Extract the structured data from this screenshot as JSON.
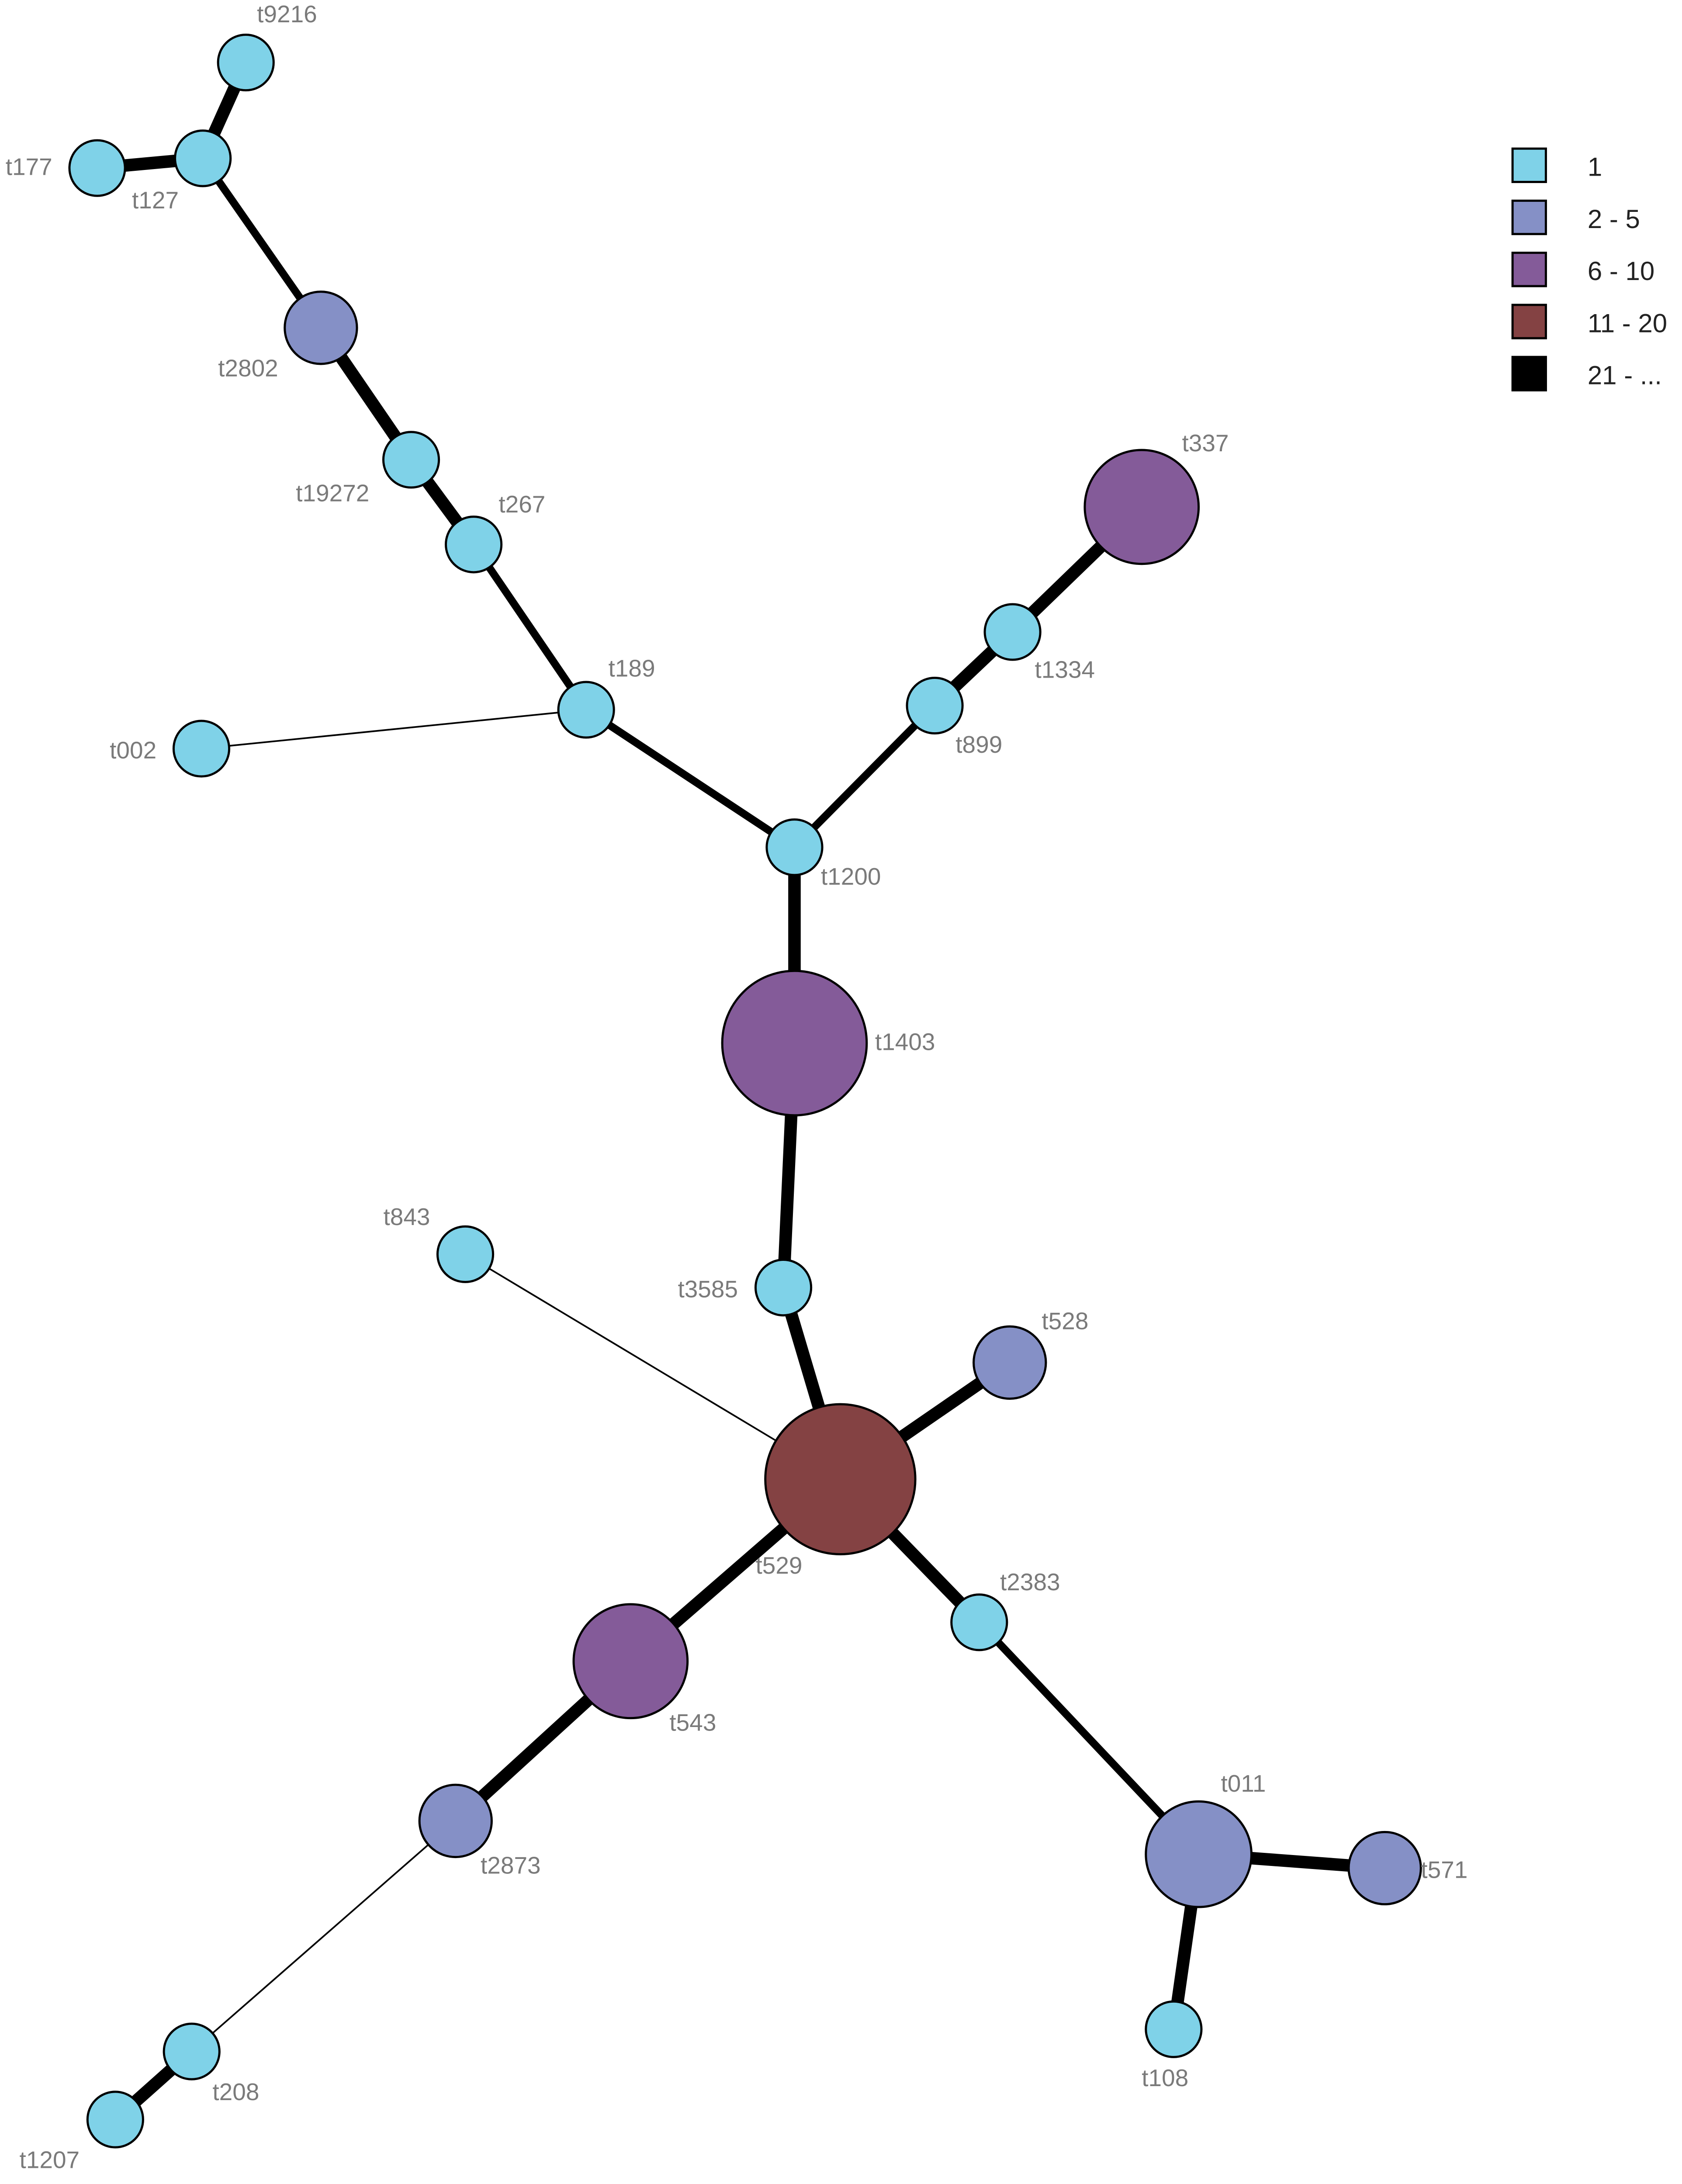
{
  "legend": {
    "items": [
      {
        "label": "1",
        "color": "#7fd2e8"
      },
      {
        "label": "2 - 5",
        "color": "#8590c6"
      },
      {
        "label": "6 - 10",
        "color": "#845b99"
      },
      {
        "label": "11 - 20",
        "color": "#844243"
      },
      {
        "label": "21 - ...",
        "color": "#000000"
      }
    ]
  },
  "nodes": [
    {
      "id": "t9216",
      "label": "t9216",
      "category": "1"
    },
    {
      "id": "t177",
      "label": "t177",
      "category": "1"
    },
    {
      "id": "t127",
      "label": "t127",
      "category": "1"
    },
    {
      "id": "t2802",
      "label": "t2802",
      "category": "2 - 5"
    },
    {
      "id": "t19272",
      "label": "t19272",
      "category": "1"
    },
    {
      "id": "t267",
      "label": "t267",
      "category": "1"
    },
    {
      "id": "t189",
      "label": "t189",
      "category": "1"
    },
    {
      "id": "t002",
      "label": "t002",
      "category": "1"
    },
    {
      "id": "t1200",
      "label": "t1200",
      "category": "1"
    },
    {
      "id": "t899",
      "label": "t899",
      "category": "1"
    },
    {
      "id": "t1334",
      "label": "t1334",
      "category": "1"
    },
    {
      "id": "t337",
      "label": "t337",
      "category": "6 - 10"
    },
    {
      "id": "t1403",
      "label": "t1403",
      "category": "6 - 10"
    },
    {
      "id": "t3585",
      "label": "t3585",
      "category": "1"
    },
    {
      "id": "t843",
      "label": "t843",
      "category": "1"
    },
    {
      "id": "t528",
      "label": "t528",
      "category": "2 - 5"
    },
    {
      "id": "t529",
      "label": "t529",
      "category": "11 - 20"
    },
    {
      "id": "t2383",
      "label": "t2383",
      "category": "1"
    },
    {
      "id": "t543",
      "label": "t543",
      "category": "6 - 10"
    },
    {
      "id": "t2873",
      "label": "t2873",
      "category": "2 - 5"
    },
    {
      "id": "t011",
      "label": "t011",
      "category": "2 - 5"
    },
    {
      "id": "t571",
      "label": "t571",
      "category": "2 - 5"
    },
    {
      "id": "t108",
      "label": "t108",
      "category": "1"
    },
    {
      "id": "t208",
      "label": "t208",
      "category": "1"
    },
    {
      "id": "t1207",
      "label": "t1207",
      "category": "1"
    }
  ],
  "edges": [
    {
      "source": "t9216",
      "target": "t127",
      "weight": "thick"
    },
    {
      "source": "t177",
      "target": "t127",
      "weight": "thick"
    },
    {
      "source": "t127",
      "target": "t2802",
      "weight": "medium"
    },
    {
      "source": "t2802",
      "target": "t19272",
      "weight": "thick"
    },
    {
      "source": "t19272",
      "target": "t267",
      "weight": "thick"
    },
    {
      "source": "t267",
      "target": "t189",
      "weight": "medium"
    },
    {
      "source": "t002",
      "target": "t189",
      "weight": "thin"
    },
    {
      "source": "t189",
      "target": "t1200",
      "weight": "medium"
    },
    {
      "source": "t1200",
      "target": "t899",
      "weight": "medium"
    },
    {
      "source": "t899",
      "target": "t1334",
      "weight": "thick"
    },
    {
      "source": "t1334",
      "target": "t337",
      "weight": "thick"
    },
    {
      "source": "t1200",
      "target": "t1403",
      "weight": "thick"
    },
    {
      "source": "t1403",
      "target": "t3585",
      "weight": "thick"
    },
    {
      "source": "t3585",
      "target": "t529",
      "weight": "thick"
    },
    {
      "source": "t843",
      "target": "t529",
      "weight": "thin"
    },
    {
      "source": "t529",
      "target": "t528",
      "weight": "thick"
    },
    {
      "source": "t529",
      "target": "t2383",
      "weight": "thick"
    },
    {
      "source": "t529",
      "target": "t543",
      "weight": "thick"
    },
    {
      "source": "t543",
      "target": "t2873",
      "weight": "thick"
    },
    {
      "source": "t2383",
      "target": "t011",
      "weight": "medium"
    },
    {
      "source": "t011",
      "target": "t571",
      "weight": "thick"
    },
    {
      "source": "t011",
      "target": "t108",
      "weight": "thick"
    },
    {
      "source": "t2873",
      "target": "t208",
      "weight": "thin"
    },
    {
      "source": "t208",
      "target": "t1207",
      "weight": "thick"
    }
  ]
}
